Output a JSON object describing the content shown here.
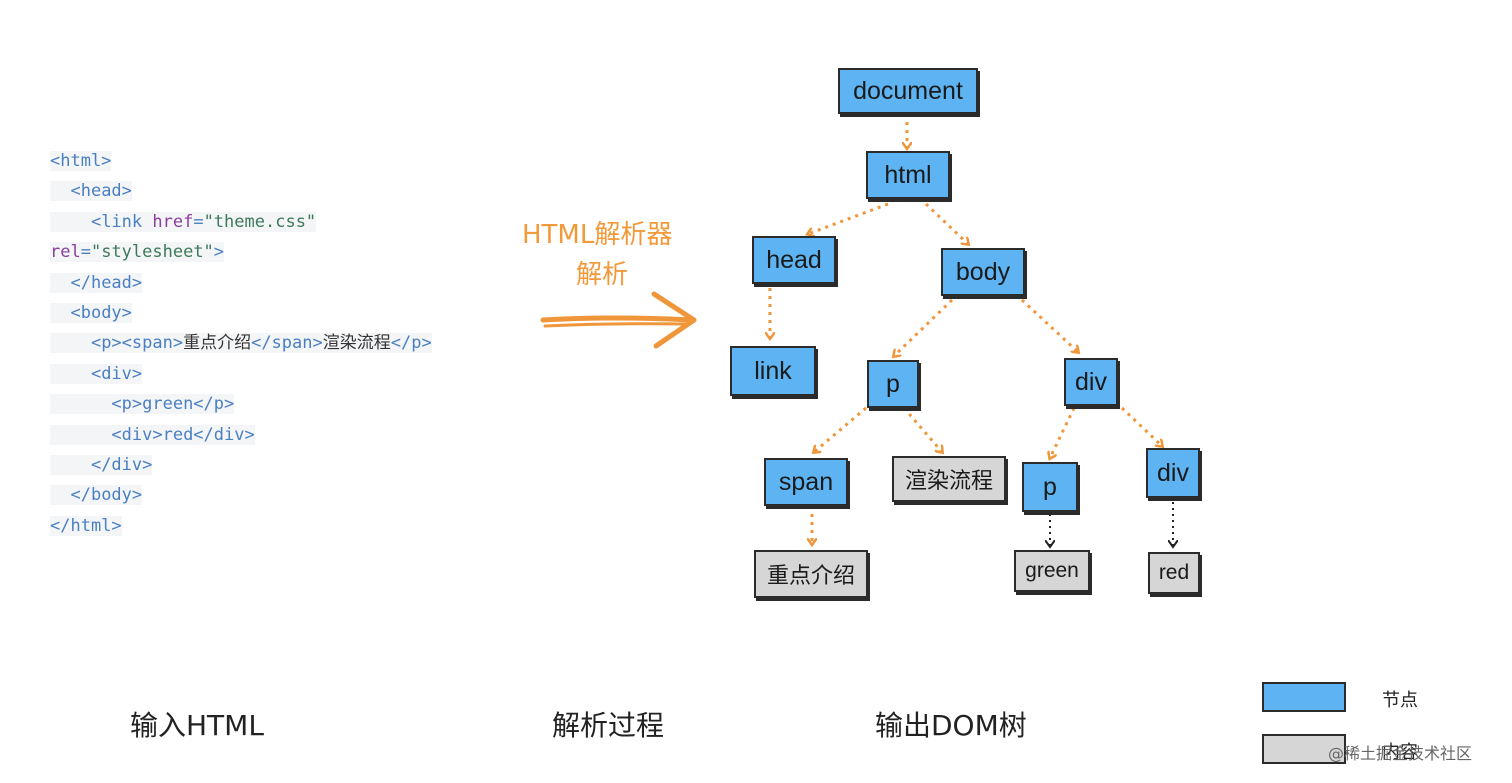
{
  "code_lines": [
    [
      {
        "t": "<html>",
        "c": "tag"
      }
    ],
    [
      {
        "t": "  ",
        "c": "txt"
      },
      {
        "t": "<head>",
        "c": "tag"
      }
    ],
    [
      {
        "t": "    ",
        "c": "txt"
      },
      {
        "t": "<link ",
        "c": "tag"
      },
      {
        "t": "href",
        "c": "attr"
      },
      {
        "t": "=",
        "c": "tag"
      },
      {
        "t": "\"theme.css\"",
        "c": "str"
      }
    ],
    [
      {
        "t": "rel",
        "c": "attr"
      },
      {
        "t": "=",
        "c": "tag"
      },
      {
        "t": "\"stylesheet\"",
        "c": "str"
      },
      {
        "t": ">",
        "c": "tag"
      }
    ],
    [
      {
        "t": "  ",
        "c": "txt"
      },
      {
        "t": "</head>",
        "c": "tag"
      }
    ],
    [
      {
        "t": "  ",
        "c": "txt"
      },
      {
        "t": "<body>",
        "c": "tag"
      }
    ],
    [
      {
        "t": "    ",
        "c": "txt"
      },
      {
        "t": "<p><span>",
        "c": "tag"
      },
      {
        "t": "重点介绍",
        "c": "txt"
      },
      {
        "t": "</span>",
        "c": "tag"
      },
      {
        "t": "渲染流程",
        "c": "txt"
      },
      {
        "t": "</p>",
        "c": "tag"
      }
    ],
    [
      {
        "t": "    ",
        "c": "txt"
      },
      {
        "t": "<div>",
        "c": "tag"
      }
    ],
    [
      {
        "t": "      ",
        "c": "txt"
      },
      {
        "t": "<p>green</p>",
        "c": "tag"
      }
    ],
    [
      {
        "t": "      ",
        "c": "txt"
      },
      {
        "t": "<div>red</div>",
        "c": "tag"
      }
    ],
    [
      {
        "t": "    ",
        "c": "txt"
      },
      {
        "t": "</div>",
        "c": "tag"
      }
    ],
    [
      {
        "t": "  ",
        "c": "txt"
      },
      {
        "t": "</body>",
        "c": "tag"
      }
    ],
    [
      {
        "t": "</html>",
        "c": "tag"
      }
    ]
  ],
  "parser_label_line1": "HTML解析器",
  "parser_label_line2": "解析",
  "tree": {
    "document": "document",
    "html": "html",
    "head": "head",
    "body": "body",
    "link": "link",
    "p1": "p",
    "div1": "div",
    "span": "span",
    "text_render": "渲染流程",
    "p2": "p",
    "div2": "div",
    "text_intro": "重点介绍",
    "text_green": "green",
    "text_red": "red"
  },
  "captions": {
    "input": "输入HTML",
    "process": "解析过程",
    "output": "输出DOM树"
  },
  "legend": {
    "node_label": "节点",
    "content_label": "内容",
    "node_color": "#5eb4f2",
    "content_color": "#d6d6d6"
  },
  "watermark": "@稀土掘金技术社区",
  "colors": {
    "edge_orange": "#f0963a",
    "edge_black": "#222222"
  }
}
